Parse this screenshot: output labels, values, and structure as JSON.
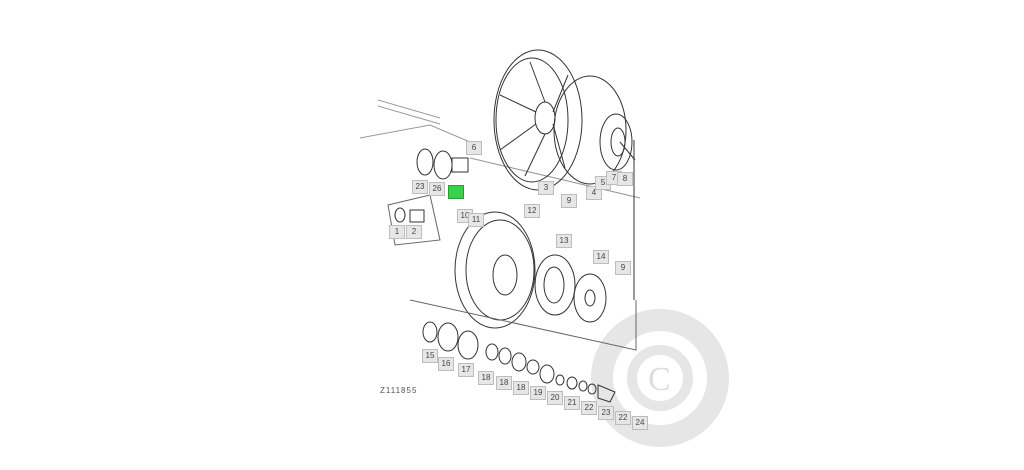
{
  "diagram": {
    "code": "Z111855",
    "highlight_color": "#38d14a",
    "watermark_letter": "C",
    "callouts": [
      {
        "id": "6",
        "hl": false
      },
      {
        "id": "23",
        "hl": false
      },
      {
        "id": "26",
        "hl": false
      },
      {
        "id": "",
        "hl": true
      },
      {
        "id": "3",
        "hl": false
      },
      {
        "id": "9",
        "hl": false
      },
      {
        "id": "4",
        "hl": false
      },
      {
        "id": "5",
        "hl": false
      },
      {
        "id": "7",
        "hl": false
      },
      {
        "id": "8",
        "hl": false
      },
      {
        "id": "1",
        "hl": false
      },
      {
        "id": "2",
        "hl": false
      },
      {
        "id": "10",
        "hl": false
      },
      {
        "id": "11",
        "hl": false
      },
      {
        "id": "12",
        "hl": false
      },
      {
        "id": "13",
        "hl": false
      },
      {
        "id": "14",
        "hl": false
      },
      {
        "id": "9",
        "hl": false
      },
      {
        "id": "15",
        "hl": false
      },
      {
        "id": "16",
        "hl": false
      },
      {
        "id": "17",
        "hl": false
      },
      {
        "id": "18",
        "hl": false
      },
      {
        "id": "18",
        "hl": false
      },
      {
        "id": "18",
        "hl": false
      },
      {
        "id": "19",
        "hl": false
      },
      {
        "id": "20",
        "hl": false
      },
      {
        "id": "21",
        "hl": false
      },
      {
        "id": "22",
        "hl": false
      },
      {
        "id": "23",
        "hl": false
      },
      {
        "id": "22",
        "hl": false
      },
      {
        "id": "24",
        "hl": false
      }
    ]
  }
}
